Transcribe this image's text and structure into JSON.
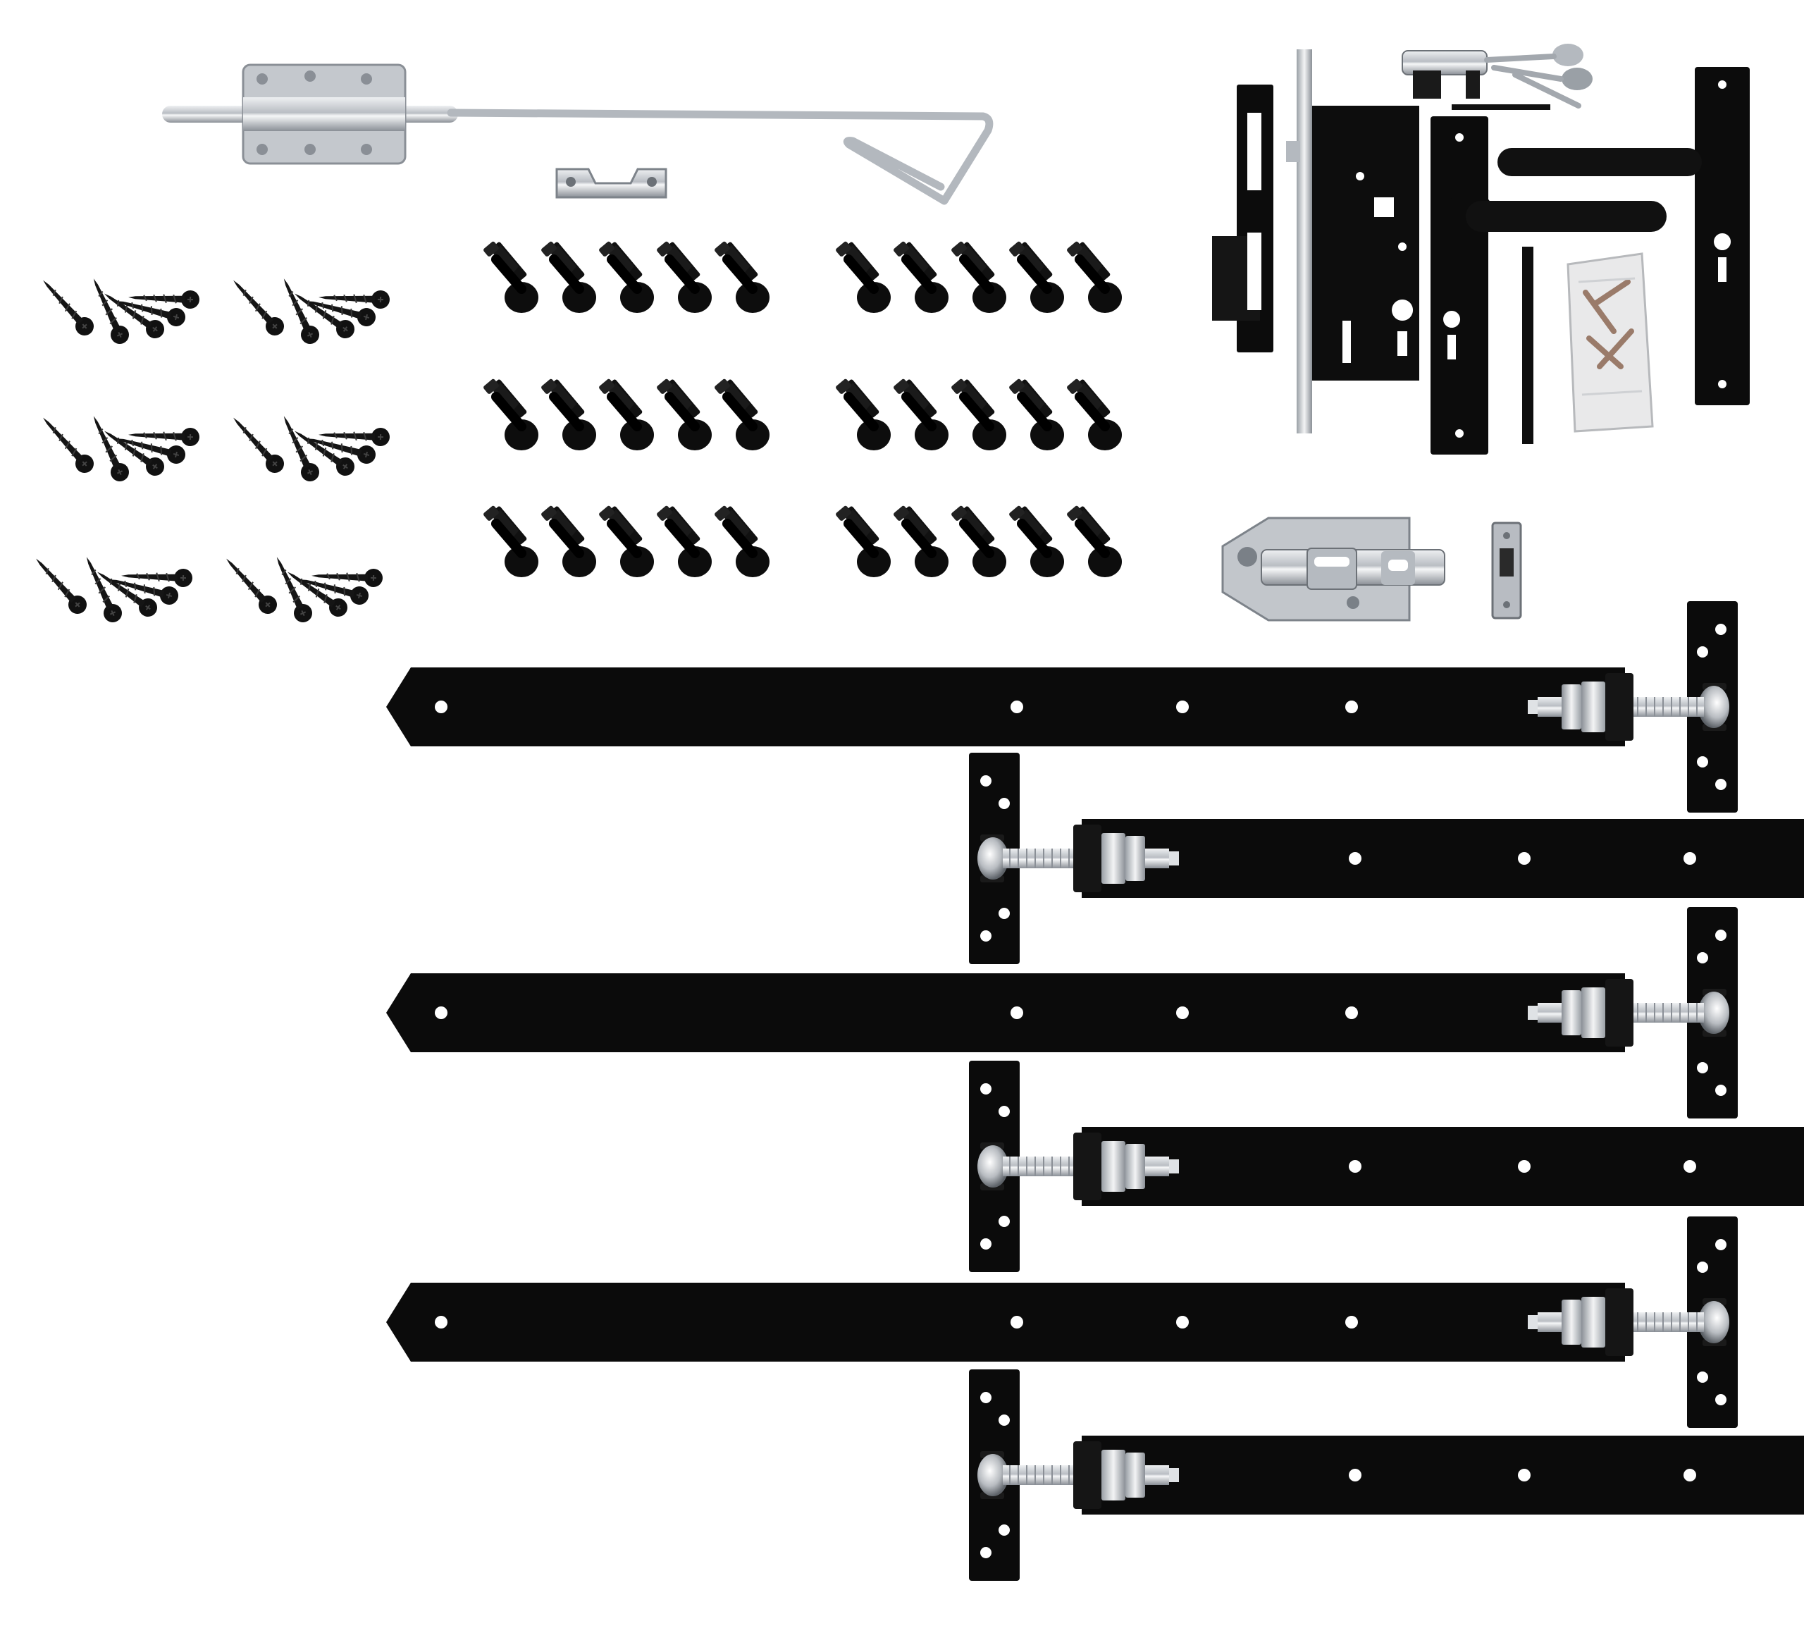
{
  "photo": {
    "subject": "gate-hardware-kit",
    "background_color": "#ffffff",
    "finish_colors": {
      "black": "#0b0b0b",
      "zinc": "#c9ccd0",
      "zinc_dark": "#8a8f96"
    },
    "contents": {
      "hook_and_band_hinges": 6,
      "wood_screw_groups": 6,
      "carriage_bolt_groups": 6,
      "drop_bolt": 1,
      "drop_bolt_keeper": 1,
      "mortice_lock_set": 1,
      "euro_cylinder_with_keys": 1,
      "lever_handles_on_backplates": 2,
      "spindle": 1,
      "fixings_bag": 1,
      "padbolt_with_keeper": 1
    }
  }
}
